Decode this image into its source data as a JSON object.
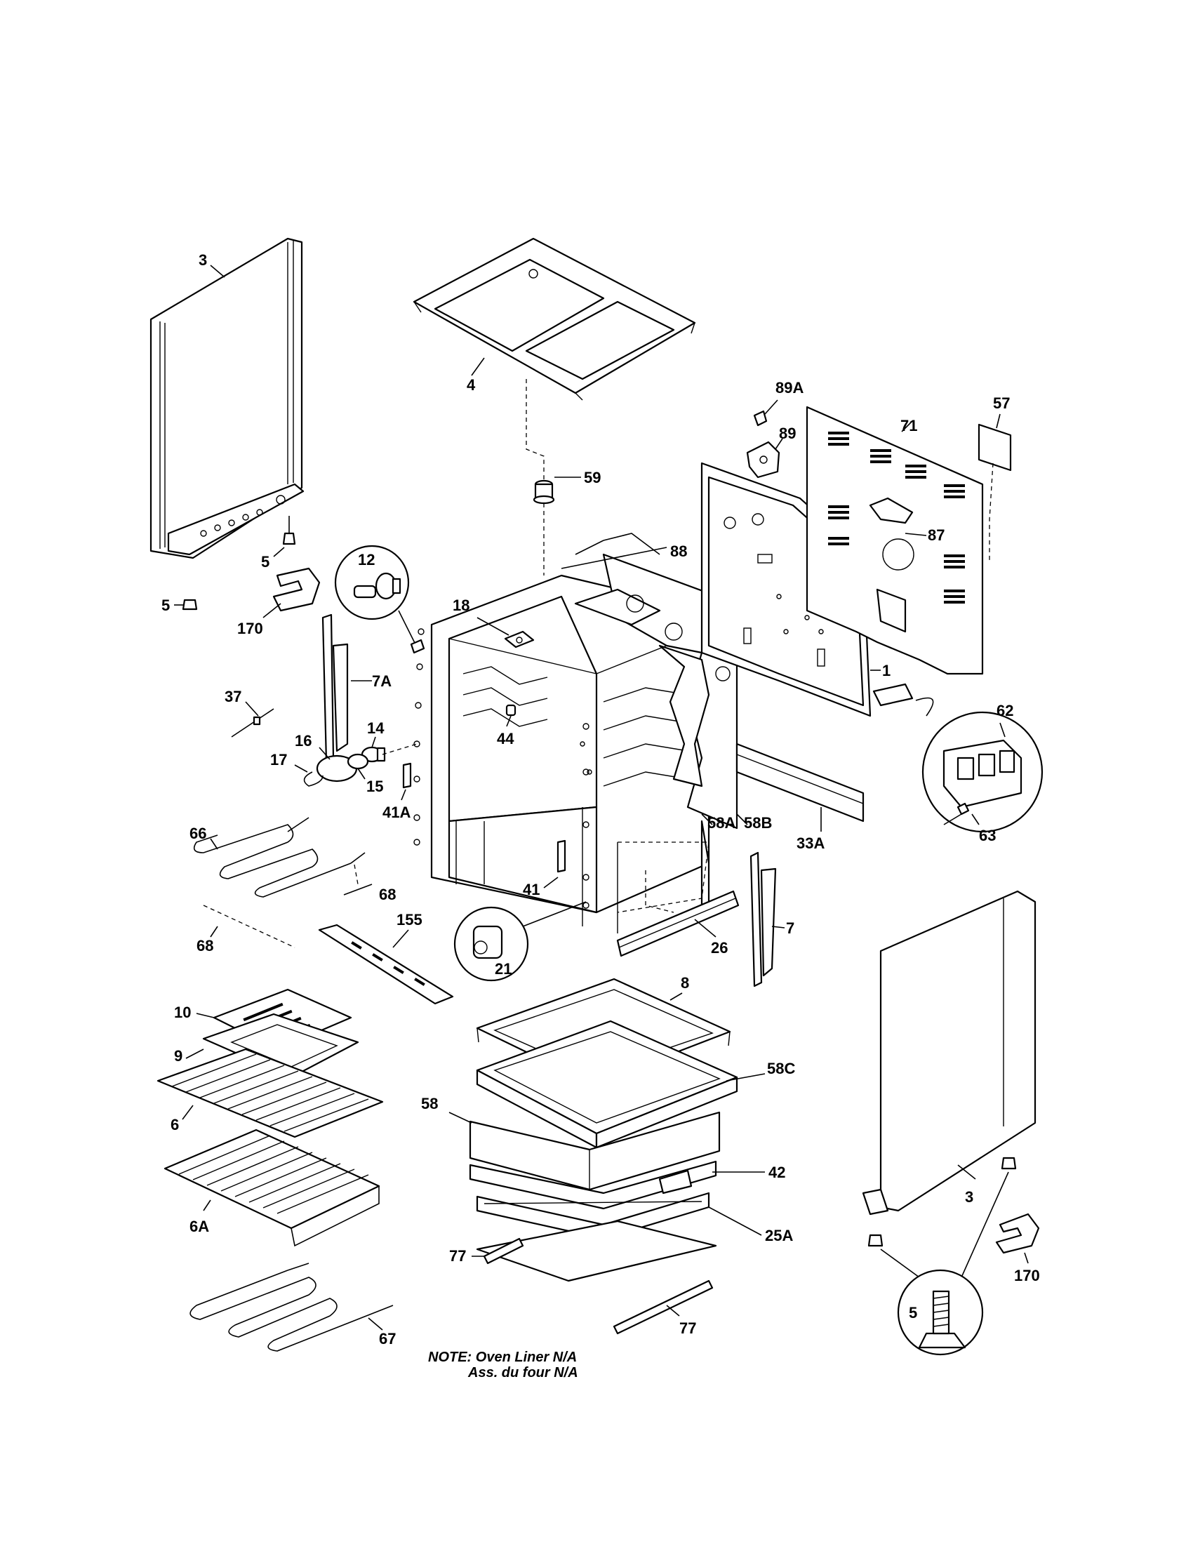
{
  "labels": {
    "l3a": "3",
    "l4": "4",
    "l5a": "5",
    "l5b": "5",
    "l170a": "170",
    "l12": "12",
    "l18": "18",
    "l59": "59",
    "l88": "88",
    "l89a": "89A",
    "l89": "89",
    "l71": "71",
    "l57": "57",
    "l87": "87",
    "l1": "1",
    "l7a": "7A",
    "l37": "37",
    "l14": "14",
    "l16": "16",
    "l17": "17",
    "l15": "15",
    "l41a": "41A",
    "l44": "44",
    "l58a": "58A",
    "l58b": "58B",
    "l33a": "33A",
    "l62": "62",
    "l63": "63",
    "l66": "66",
    "l68a": "68",
    "l68b": "68",
    "l155": "155",
    "l41": "41",
    "l21": "21",
    "l26": "26",
    "l7": "7",
    "l8": "8",
    "l10": "10",
    "l9": "9",
    "l6": "6",
    "l6a": "6A",
    "l58c": "58C",
    "l58": "58",
    "l42": "42",
    "l25a": "25A",
    "l77a": "77",
    "l77b": "77",
    "l67": "67",
    "l3b": "3",
    "l5c": "5",
    "l170b": "170"
  },
  "note": {
    "line1": "NOTE: Oven Liner N/A",
    "line2": "Ass. du four N/A"
  }
}
